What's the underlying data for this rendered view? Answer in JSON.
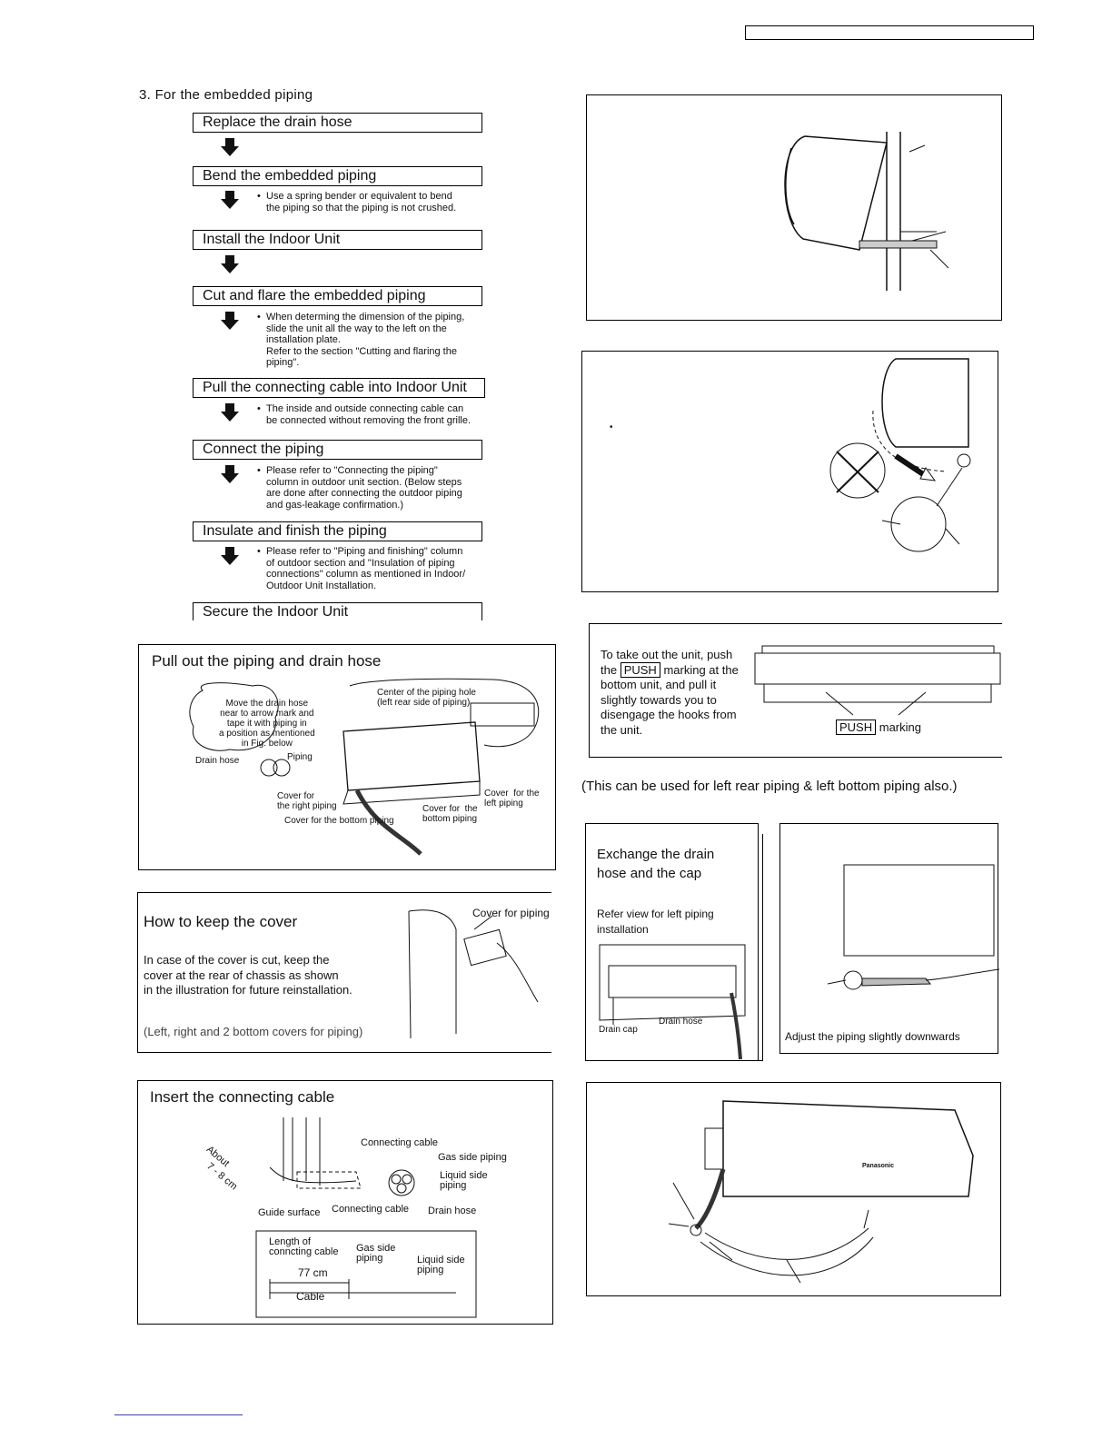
{
  "section_title": "3. For the embedded piping",
  "steps": [
    {
      "label": "Replace the drain hose",
      "note": ""
    },
    {
      "label": "Bend the embedded piping",
      "note": "Use a spring bender or equivalent to bend\nthe piping so that the piping is not crushed."
    },
    {
      "label": "Install the Indoor Unit",
      "note": ""
    },
    {
      "label": "Cut and flare the embedded piping",
      "note": "When determing the dimension of the piping,\nslide the unit all the way to the left on the\ninstallation plate.\nRefer to the section \"Cutting and flaring the\npiping\"."
    },
    {
      "label": "Pull the connecting cable into Indoor Unit",
      "note": "The inside and outside connecting cable can\nbe connected without removing the front grille."
    },
    {
      "label": "Connect the piping",
      "note": "Please refer to \"Connecting the piping\"\ncolumn in outdoor unit section. (Below steps\nare done after connecting the outdoor piping\nand gas-leakage confirmation.)"
    },
    {
      "label": "Insulate and finish the piping",
      "note": "Please refer to \"Piping and finishing\" column\nof outdoor section and \"Insulation of piping\nconnections\" column as mentioned in Indoor/\nOutdoor Unit Installation."
    },
    {
      "label": "Secure the Indoor Unit",
      "note": ""
    }
  ],
  "bullet": "•",
  "pull_out": {
    "title": "Pull out the piping and drain hose",
    "move_note": "Move the drain hose\nnear to arrow mark and\ntape it with piping in\na position as mentioned\nin Fig. below",
    "center_note": "Center of the piping hole\n(left rear side of piping)",
    "drain_hose": "Drain hose",
    "piping": "Piping",
    "cover_right": "Cover for\nthe right piping",
    "cover_bottom": "Cover for the bottom piping",
    "cover_bottom2": "Cover for  the\nbottom piping",
    "cover_left": "Cover  for the\nleft piping"
  },
  "keep_cover": {
    "title": "How to keep the cover",
    "body": "In case of the cover is cut, keep the\ncover at the rear of chassis as shown\nin the illustration for future reinstallation.",
    "footnote": "(Left, right and 2 bottom covers for piping)",
    "label": "Cover for piping"
  },
  "insert_cable": {
    "title": "Insert the connecting cable",
    "about": "About",
    "cm": "7 - 8 cm",
    "guide": "Guide surface",
    "connecting_cable_top": "Connecting cable",
    "connecting_cable_bottom": "Connecting cable",
    "gas": "Gas side piping",
    "liquid": "Liquid side\npiping",
    "drain": "Drain hose",
    "length_of": "Length of\nconncting cable",
    "gas2": "Gas side\npiping",
    "liquid2": "Liquid side\npiping",
    "cm77": "77 cm",
    "cable": "Cable"
  },
  "push": {
    "line1": "To take out the unit, push",
    "the": "the",
    "push_word": "PUSH",
    "rest": "marking at the\nbottom unit, and pull it\nslightly towards you to\ndisengage the hooks from\nthe unit.",
    "marking": "marking"
  },
  "also_note": "(This can be used for left rear piping & left bottom piping also.)",
  "exchange": {
    "title": "Exchange the drain\nhose and the cap",
    "refer": "Refer view for left piping\ninstallation",
    "drain_cap": "Drain cap",
    "drain_hose": "Drain hose"
  },
  "adjust": "Adjust the piping slightly downwards",
  "brand": "Panasonic",
  "dot": "•"
}
